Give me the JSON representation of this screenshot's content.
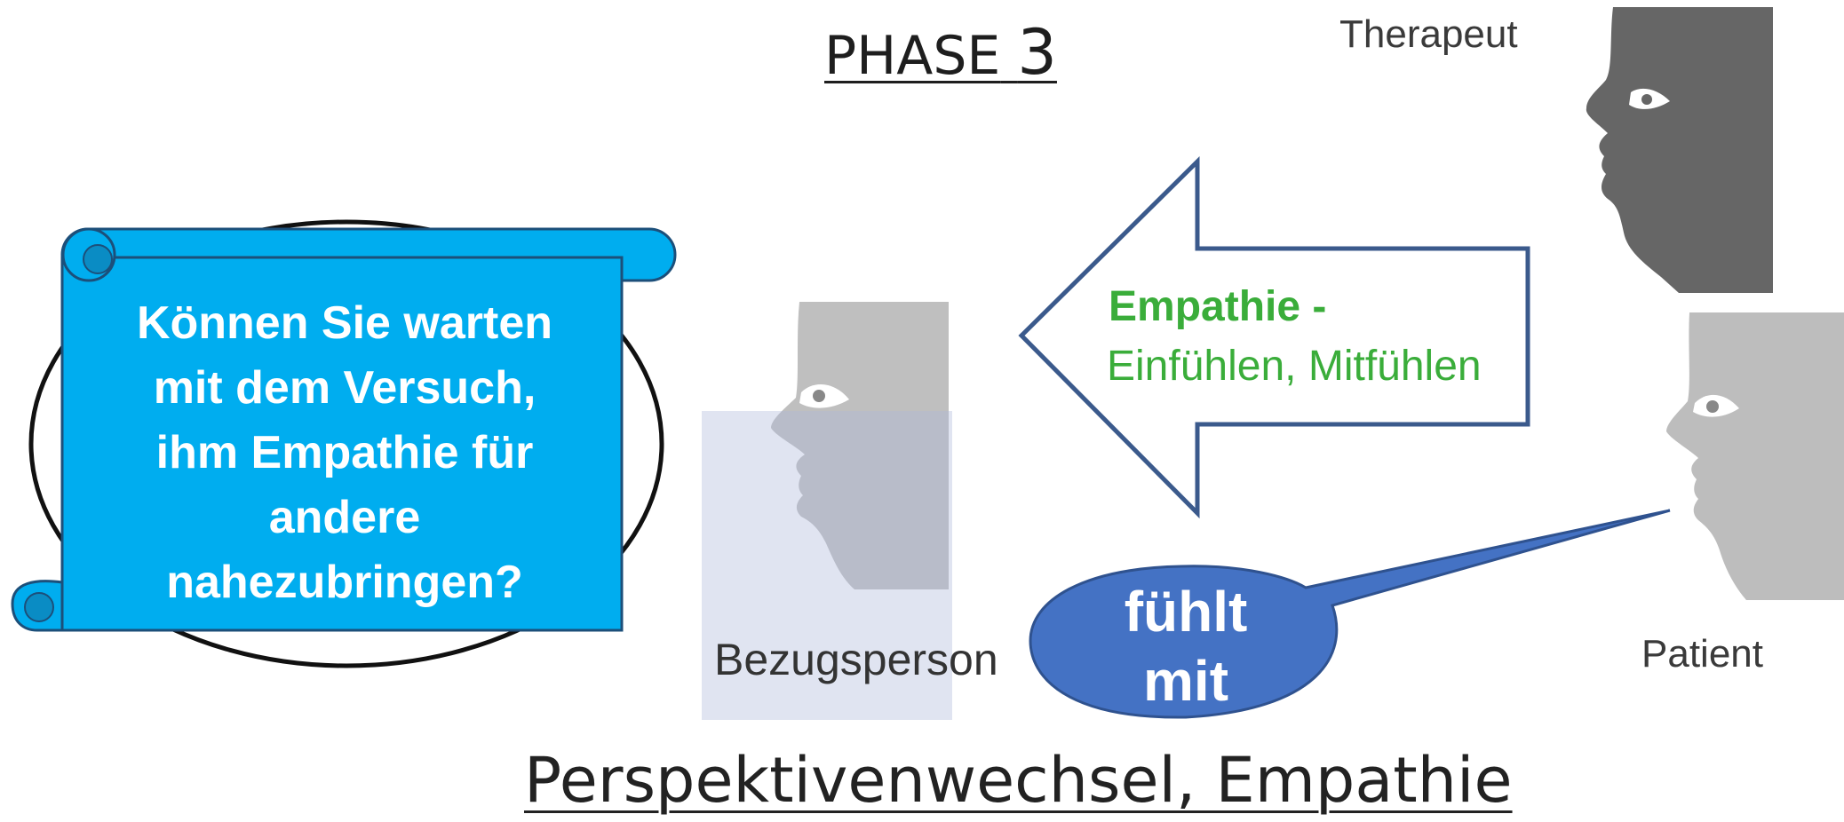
{
  "phase": {
    "label": "PHASE",
    "number": "3"
  },
  "roles": {
    "therapist": "Therapeut",
    "patient": "Patient",
    "reference_person": "Bezugsperson"
  },
  "arrow": {
    "title": "Empathie -",
    "subtitle": "Einfühlen, Mitfühlen"
  },
  "scroll": {
    "lines": [
      "Können Sie warten",
      "mit dem Versuch,",
      "ihm Empathie für",
      "andere",
      "nahezubringen?"
    ]
  },
  "bubble": {
    "lines": [
      "fühlt",
      "mit"
    ]
  },
  "bottom_title": "Perspektivenwechsel, Empathie",
  "colors": {
    "scroll_fill": "#00adef",
    "bubble_fill": "#4472c4",
    "arrow_text": "#3aad3a",
    "arrow_stroke": "#3b5a8c"
  }
}
